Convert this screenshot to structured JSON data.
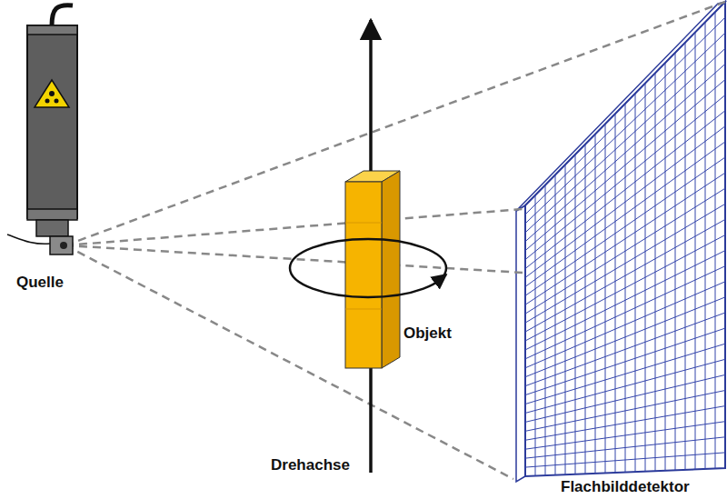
{
  "diagram": {
    "labels": [
      "Quelle",
      "Objekt",
      "Drehachse",
      "Flachbilddetektor"
    ]
  }
}
